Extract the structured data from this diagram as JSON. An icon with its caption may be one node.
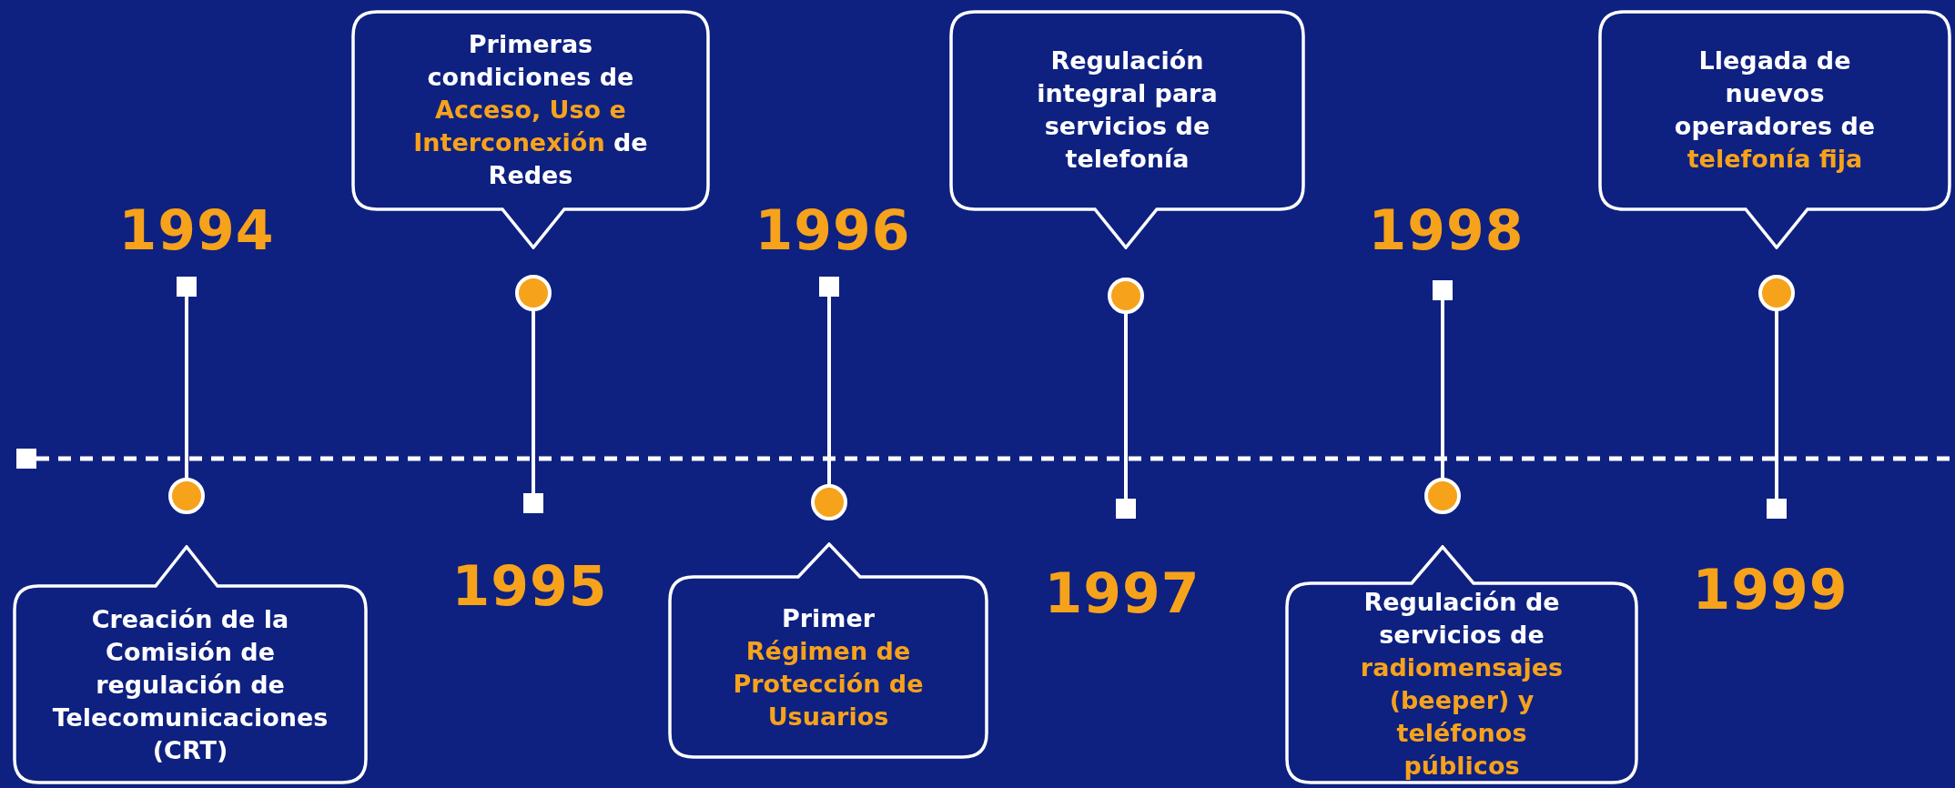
{
  "diagram": {
    "nodes": [
      {
        "text": [
          "Creación de la Comisión de regulación de Telecomunicaciones (CRT)"
        ]
      },
      {
        "text": [
          "Primeras condiciones de",
          "Acceso, Uso e Interconexión",
          "de Redes"
        ]
      },
      {
        "text": [
          "Primer",
          "Régimen de Protección de Usuarios"
        ]
      },
      {
        "text": [
          "Regulación integral para servicios de telefonía"
        ]
      },
      {
        "text": [
          "Regulación de servicios de",
          "radiomensajes (beeper) y teléfonos públicos"
        ]
      },
      {
        "text": [
          "Llegada de nuevos operadores de",
          "telefonía fija"
        ]
      }
    ],
    "edges": [],
    "labels": [
      "1994",
      "1995",
      "1996",
      "1997",
      "1998",
      "1999"
    ]
  }
}
